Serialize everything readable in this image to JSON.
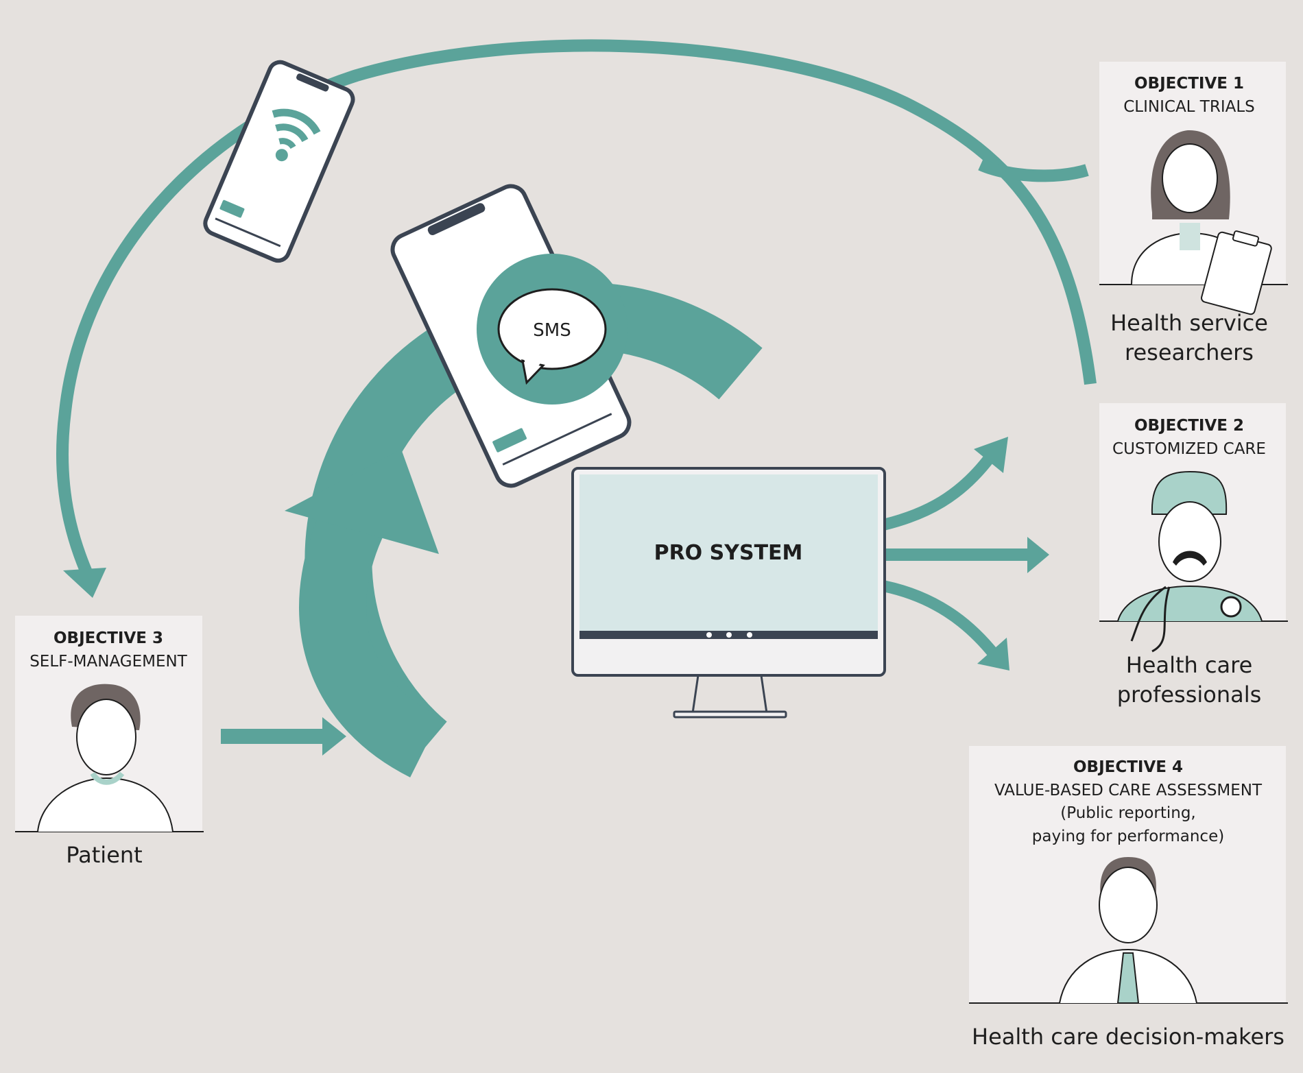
{
  "sms": {
    "label": "SMS"
  },
  "monitor": {
    "title": "PRO SYSTEM"
  },
  "objectives": [
    {
      "title": "OBJECTIVE 1",
      "subtitle": "CLINICAL TRIALS",
      "role_line1": "Health service",
      "role_line2": "researchers"
    },
    {
      "title": "OBJECTIVE 2",
      "subtitle": "CUSTOMIZED CARE",
      "role_line1": "Health care",
      "role_line2": "professionals"
    },
    {
      "title": "OBJECTIVE 3",
      "subtitle": "SELF-MANAGEMENT",
      "role_line1": "Patient"
    },
    {
      "title": "OBJECTIVE 4",
      "subtitle": "VALUE-BASED CARE ASSESSMENT",
      "detail_line1": "(Public reporting,",
      "detail_line2": "paying for performance)",
      "role_line1": "Health care decision-makers"
    }
  ],
  "colors": {
    "accent": "#5ba39a",
    "accent_light": "#a9d2c9",
    "background": "#e5e1de",
    "card": "#f2efef",
    "device_outline": "#3b4452",
    "screen": "#d7e7e7"
  },
  "icons": [
    "wifi-icon",
    "sms-bubble-icon",
    "clipboard-icon",
    "stethoscope-icon"
  ]
}
